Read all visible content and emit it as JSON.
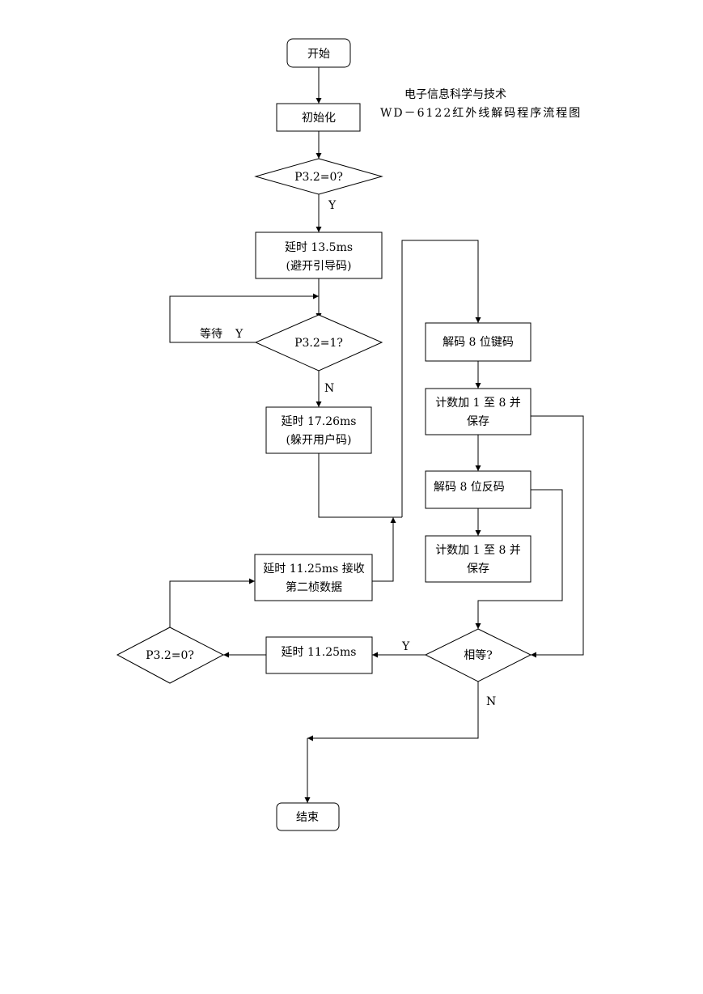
{
  "title": {
    "line1": "电子信息科学与技术",
    "line2": "WD－6122红外线解码程序流程图"
  },
  "nodes": {
    "start": "开始",
    "init": "初始化",
    "check_p32_zero": "P3.2=0?",
    "delay_135": {
      "line1": "延时 13.5ms",
      "line2": "(避开引导码)"
    },
    "check_p32_one": "P3.2=1?",
    "delay_1726": {
      "line1": "延时 17.26ms",
      "line2": "(躲开用户码)"
    },
    "decode_key": "解码 8 位键码",
    "count_save_1": {
      "line1": "计数加 1 至 8 并",
      "line2": "保存"
    },
    "decode_inverse": "解码 8 位反码",
    "count_save_2": {
      "line1": "计数加 1 至 8 并",
      "line2": "保存"
    },
    "delay_1125_receive": {
      "line1": "延时 11.25ms 接收",
      "line2": "第二桢数据"
    },
    "check_p32_zero_2": "P3.2=0?",
    "delay_1125": "延时 11.25ms",
    "equal_check": "相等?",
    "end": "结束"
  },
  "edge_labels": {
    "p32_zero_yes": "Y",
    "wait": "等待",
    "wait_yes": "Y",
    "p32_one_no": "N",
    "equal_yes": "Y",
    "equal_no": "N"
  }
}
